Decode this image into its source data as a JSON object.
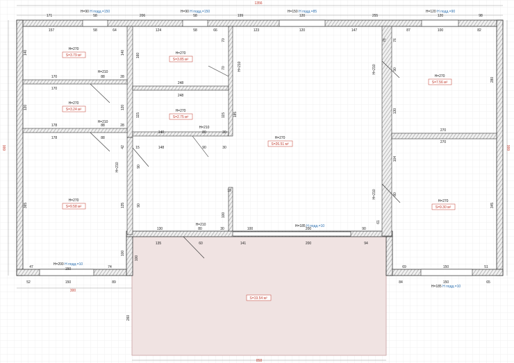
{
  "overall": {
    "width": "1356",
    "height_left": "666",
    "height_right": "666",
    "bottom_left": "300",
    "porch_width": "858"
  },
  "windows": [
    {
      "h": "H=90",
      "sill": "H подд.=150"
    },
    {
      "h": "H=90",
      "sill": "H подд.=150"
    },
    {
      "h": "H=150",
      "sill": "H подд.=85"
    },
    {
      "h": "H=120",
      "sill": "H подд.=90"
    },
    {
      "h": "H=200",
      "sill": "H подд.=10"
    },
    {
      "h": "H=185",
      "sill": "H подд.=10"
    },
    {
      "h": "H=185",
      "sill": "H подд.=10"
    }
  ],
  "rooms": [
    {
      "h": "H=270",
      "area": "S=3.79 м²"
    },
    {
      "h": "H=270",
      "area": "S=3.24 м²"
    },
    {
      "h": "H=270",
      "area": "S=9.58 м²"
    },
    {
      "h": "H=270",
      "area": "S=3.85 м²"
    },
    {
      "h": "H=270",
      "area": "S=2.75 м²"
    },
    {
      "h": "H=270",
      "area": "S=26.51 м²"
    },
    {
      "h": "H=270",
      "area": "S=7.56 м²"
    },
    {
      "h": "H=270",
      "area": "S=9.30 м²"
    },
    {
      "area": "S=19.54 м²"
    }
  ],
  "doors": [
    "H=210",
    "H=210",
    "H=210",
    "H=210",
    "H=210",
    "H=210",
    "H=210",
    "H=210"
  ],
  "dims": {
    "top_ext": [
      "171",
      "58",
      "206",
      "58",
      "199",
      "120",
      "255",
      "120",
      "98"
    ],
    "top_int": [
      "157",
      "58",
      "64",
      "124",
      "58",
      "66",
      "123",
      "120",
      "147",
      "87",
      "100",
      "82"
    ],
    "r1": [
      "140",
      "140",
      "170",
      "88",
      "28"
    ],
    "r2": [
      "170",
      "120",
      "120",
      "178",
      "88",
      "28"
    ],
    "r3": [
      "178",
      "88",
      "42",
      "365",
      "135",
      "90",
      "100"
    ],
    "bath": [
      "160",
      "248",
      "248",
      "70",
      "70"
    ],
    "wc": [
      "115",
      "115",
      "140",
      "80",
      "30",
      "148",
      "90",
      "30"
    ],
    "living": [
      "90",
      "185",
      "19",
      "100",
      "130",
      "80",
      "30",
      "100",
      "200",
      "90",
      "135",
      "60",
      "141",
      "200",
      "94",
      "15"
    ],
    "right_top": [
      "76",
      "76",
      "90",
      "130",
      "280",
      "270"
    ],
    "right_bot": [
      "270",
      "104",
      "80",
      "345",
      "61",
      "69",
      "150",
      "51",
      "84",
      "150",
      "65"
    ],
    "bottom_left": [
      "47",
      "150",
      "74",
      "52",
      "150",
      "89",
      "100"
    ],
    "porch_side": [
      "260"
    ]
  }
}
